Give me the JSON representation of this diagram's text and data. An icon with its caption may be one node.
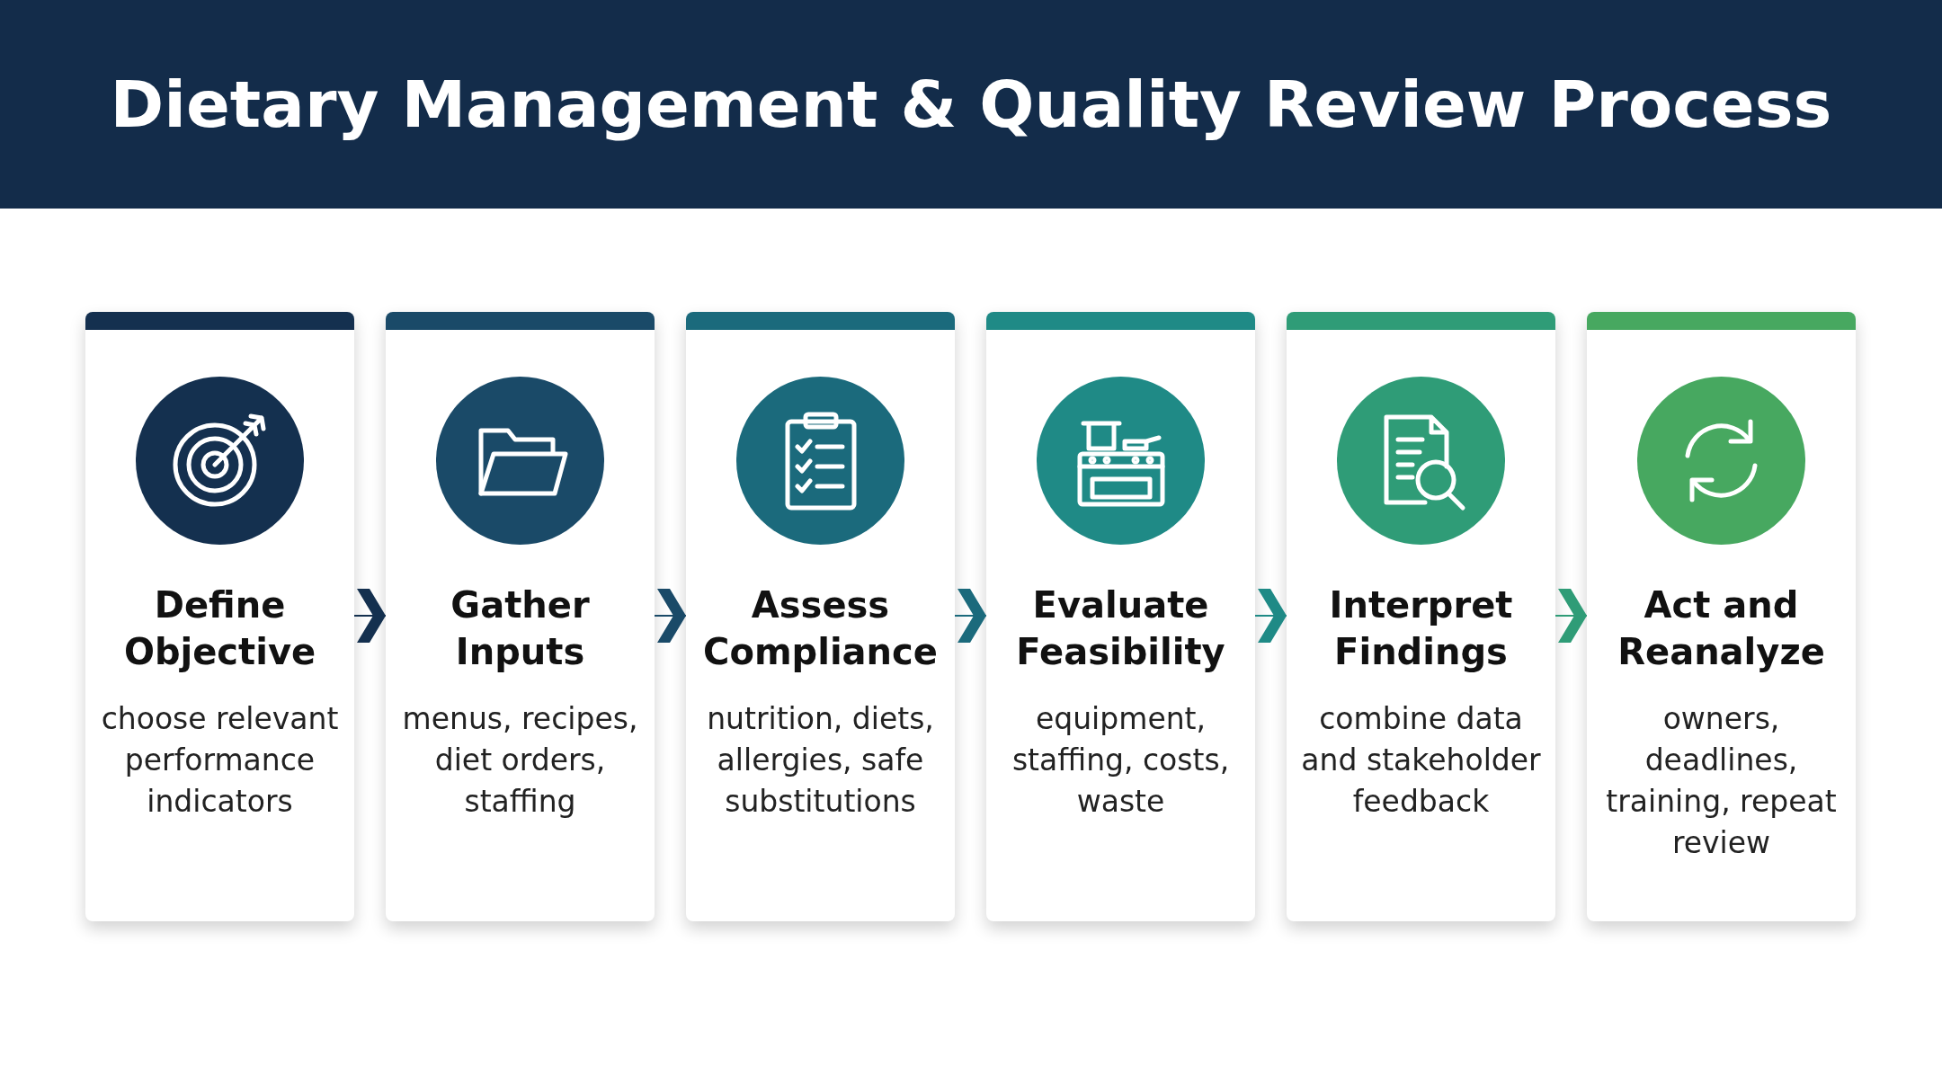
{
  "diagram": {
    "title": "Dietary Management & Quality Review Process",
    "nodes": [
      {
        "text": [
          "Define Objective",
          "choose relevant performance indicators"
        ]
      },
      {
        "text": [
          "Gather Inputs",
          "menus, recipes, diet orders, staffing"
        ]
      },
      {
        "text": [
          "Assess Compliance",
          "nutrition, diets, allergies, safe substitutions"
        ]
      },
      {
        "text": [
          "Evaluate Feasibility",
          "equipment, staffing, costs, waste"
        ]
      },
      {
        "text": [
          "Interpret Findings",
          "combine data and stakeholder feedback"
        ]
      },
      {
        "text": [
          "Act and Reanalyze",
          "owners, deadlines, training, repeat review"
        ]
      }
    ],
    "edges": [
      {
        "from": 0,
        "to": 1,
        "arrow": "to",
        "color": "#14304f"
      },
      {
        "from": 1,
        "to": 2,
        "arrow": "to",
        "color": "#1a4a68"
      },
      {
        "from": 2,
        "to": 3,
        "arrow": "to",
        "color": "#1b6a7c"
      },
      {
        "from": 3,
        "to": 4,
        "arrow": "to",
        "color": "#1f8a86"
      },
      {
        "from": 4,
        "to": 5,
        "arrow": "to",
        "color": "#2f9c77"
      }
    ]
  }
}
